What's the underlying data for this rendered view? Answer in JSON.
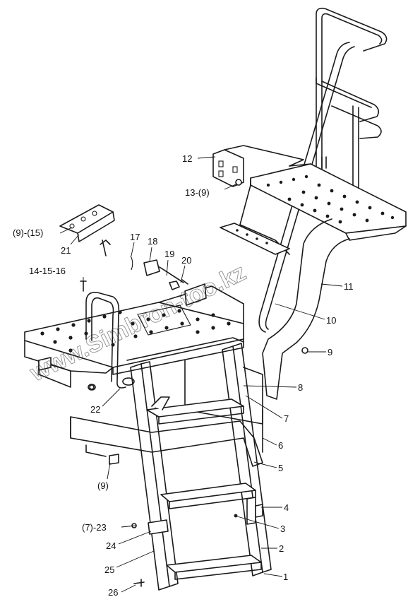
{
  "watermark": "www.Simbron-too.kz",
  "callouts": [
    {
      "id": "1",
      "text": "1"
    },
    {
      "id": "2",
      "text": "2"
    },
    {
      "id": "3",
      "text": "3"
    },
    {
      "id": "4",
      "text": "4"
    },
    {
      "id": "5",
      "text": "5"
    },
    {
      "id": "6",
      "text": "6"
    },
    {
      "id": "7",
      "text": "7"
    },
    {
      "id": "8",
      "text": "8"
    },
    {
      "id": "9a",
      "text": "9"
    },
    {
      "id": "9b",
      "text": "(9)"
    },
    {
      "id": "10",
      "text": "10"
    },
    {
      "id": "11",
      "text": "11"
    },
    {
      "id": "12",
      "text": "12"
    },
    {
      "id": "13",
      "text": "13-(9)"
    },
    {
      "id": "9-15",
      "text": "(9)-(15)"
    },
    {
      "id": "14-15-16",
      "text": "14-15-16"
    },
    {
      "id": "17",
      "text": "17"
    },
    {
      "id": "18",
      "text": "18"
    },
    {
      "id": "19",
      "text": "19"
    },
    {
      "id": "20",
      "text": "20"
    },
    {
      "id": "21",
      "text": "21"
    },
    {
      "id": "22",
      "text": "22"
    },
    {
      "id": "7-23",
      "text": "(7)-23"
    },
    {
      "id": "24",
      "text": "24"
    },
    {
      "id": "25",
      "text": "25"
    },
    {
      "id": "26",
      "text": "26"
    }
  ]
}
